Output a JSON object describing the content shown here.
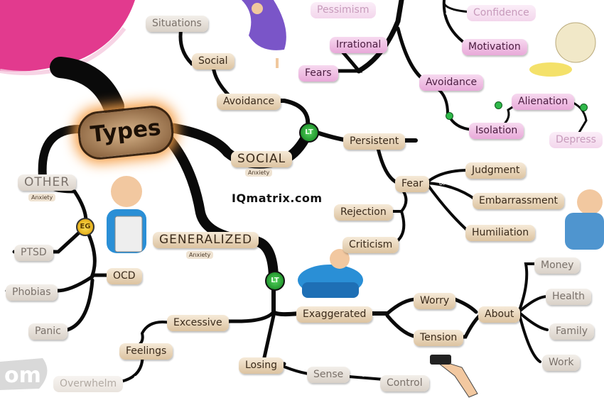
{
  "central": {
    "label": "Types"
  },
  "watermark": "IQmatrix.com",
  "connectors": {
    "lt": "LT",
    "eg": "EG",
    "of": "of"
  },
  "social": {
    "title": "Social",
    "subtitle": "Anxiety",
    "avoidance": "Avoidance",
    "social_branch": "Social",
    "situations": "Situations",
    "persistent": "Persistent",
    "fear": "Fear",
    "fear_of": [
      "Judgment",
      "Embarrassment",
      "Humiliation"
    ],
    "fear_causes": [
      "Rejection",
      "Criticism"
    ]
  },
  "generalized": {
    "title": "Generalized",
    "subtitle": "Anxiety",
    "exaggerated": "Exaggerated",
    "worry": "Worry",
    "tension": "Tension",
    "about": "About",
    "about_items": [
      "Money",
      "Health",
      "Family",
      "Work"
    ],
    "excessive": "Excessive",
    "feelings": "Feelings",
    "overwhelm": "Overwhelm",
    "losing": "Losing",
    "sense": "Sense",
    "control": "Control"
  },
  "other": {
    "title": "Other",
    "subtitle": "Anxiety",
    "items": [
      "PTSD",
      "OCD",
      "Phobias",
      "Panic"
    ]
  },
  "top_right": {
    "pessimism": "Pessimism",
    "irrational": "Irrational",
    "fears": "Fears",
    "avoidance": "Avoidance",
    "isolation": "Isolation",
    "alienation": "Alienation",
    "depression": "Depress",
    "confidence": "Confidence",
    "motivation": "Motivation"
  },
  "corner_fragment": "om",
  "colors": {
    "branch": "#0a0a0a",
    "node": "#dcc3a0",
    "pink": "#e8a9d9",
    "glow": "#f6a14a",
    "lt": "#1e9e2e",
    "eg": "#f2c21c"
  }
}
